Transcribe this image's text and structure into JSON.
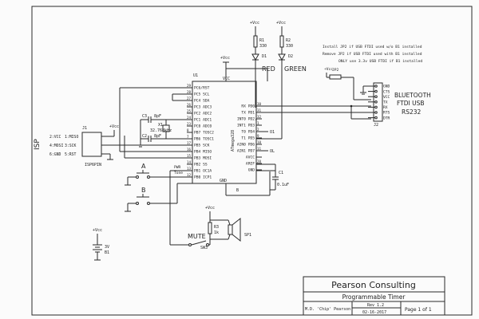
{
  "ic": {
    "ref": "U1",
    "vcc_label": "VCC",
    "part": "ATmega328",
    "left_pins": [
      {
        "num": "29",
        "name": "PC6/RST"
      },
      {
        "num": "28",
        "name": "PC5 SCL"
      },
      {
        "num": "27",
        "name": "PC4 SDA"
      },
      {
        "num": "26",
        "name": "PC3 ADC3"
      },
      {
        "num": "25",
        "name": "PC2 ADC2"
      },
      {
        "num": "24",
        "name": "PC1 ADC1"
      },
      {
        "num": "23",
        "name": "PC0 ADC0"
      },
      {
        "num": "8",
        "name": "PB7 TOSC2"
      },
      {
        "num": "7",
        "name": "PB6 TOSC1"
      },
      {
        "num": "17",
        "name": "PB5 SCK"
      },
      {
        "num": "16",
        "name": "PB4 MISO"
      },
      {
        "num": "15",
        "name": "PB3 MOSI"
      },
      {
        "num": "14",
        "name": "PB2 SS"
      },
      {
        "num": "13",
        "name": "PB1 OC1A"
      },
      {
        "num": "12",
        "name": "PB0 ICP1"
      }
    ],
    "right_pins": [
      {
        "num": "30",
        "name": "RX PD0"
      },
      {
        "num": "31",
        "name": "TX PD1"
      },
      {
        "num": "32",
        "name": "INT0 PD2"
      },
      {
        "num": "1",
        "name": "INT1 PD3"
      },
      {
        "num": "2",
        "name": "T0 PD4"
      },
      {
        "num": "9",
        "name": "T1 PD5"
      },
      {
        "num": "10",
        "name": "AIN0 PD6"
      },
      {
        "num": "11",
        "name": "AIN1 PD7"
      },
      {
        "num": "",
        "name": "AVCC"
      },
      {
        "num": "20",
        "name": "AREF"
      },
      {
        "num": "",
        "name": "GND"
      }
    ],
    "gnd_label": "GND"
  },
  "leds": {
    "r1": {
      "ref": "R1",
      "value": "330"
    },
    "r2": {
      "ref": "R2",
      "value": "330"
    },
    "d1": "D1",
    "d2": "D2",
    "red_label": "RED",
    "green_label": "GREEN",
    "vcc": "+Vcc"
  },
  "notes": [
    "Install JP2 if USB FTDI used w/o B1 installed",
    "Remove JP2 if USB FTDI used with B1 installed",
    "ONLY use 3.3v USB FTDI if B1 installed"
  ],
  "jp2": {
    "ref": "JP2",
    "vcc": "+Vcc"
  },
  "bt": {
    "title_lines": [
      "BLUETOOTH",
      "FTDI USB",
      "RS232"
    ],
    "pins": [
      "GND",
      "CTS",
      "VCC",
      "TX",
      "RX",
      "RTS",
      "DTR"
    ],
    "ref": "J2"
  },
  "isp": {
    "label": "ISP",
    "ref": "J1",
    "name": "ISP6PIN",
    "left_labels": [
      "2:VCC",
      "4:MOSI",
      "6:GND"
    ],
    "right_labels": [
      "1:MISO",
      "3:SCK",
      "5:RST"
    ],
    "vcc": "+Vcc"
  },
  "crystal": {
    "c3": "C3",
    "c3_val": "8pF",
    "c2": "C2",
    "c2_val": "8pF",
    "x1": "X1",
    "x1_val": "32.768kHz"
  },
  "buttons": {
    "a": "A",
    "b": "B",
    "mute": "MUTE",
    "sw3": "SW3",
    "pwr": "PWR",
    "tone": "Tone"
  },
  "speaker": {
    "r3": "R3",
    "r3_val": "1k",
    "ref": "SP1",
    "vcc": "+Vcc"
  },
  "cap": {
    "ref": "C1",
    "value": "0.1uF"
  },
  "battery": {
    "vcc": "+Vcc",
    "volt": "3V",
    "ref": "B1"
  },
  "net": {
    "o1": "O1",
    "o2": "OL",
    "vcc": "+Vcc",
    "b_net": "B"
  },
  "title_block": {
    "company": "Pearson Consulting",
    "project": "Programmable Timer",
    "author": "M.D. 'Chip' Pearson",
    "rev": "Rev 1.2",
    "date": "02-16-2017",
    "page": "Page 1 of 1"
  }
}
